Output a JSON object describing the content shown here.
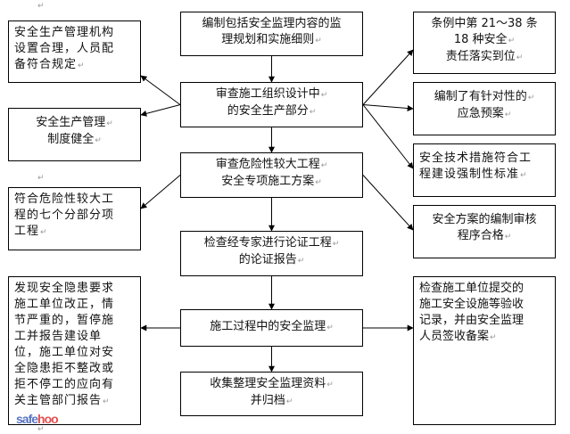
{
  "diagram": {
    "type": "flowchart",
    "center_steps": [
      {
        "id": "c1",
        "lines": [
          "编制包括安全监理内容的监",
          "理规划和实施细则"
        ]
      },
      {
        "id": "c2",
        "lines": [
          "审查施工组织设计中",
          "的安全生产部分"
        ]
      },
      {
        "id": "c3",
        "lines": [
          "审查危险性较大工程",
          "安全专项施工方案"
        ]
      },
      {
        "id": "c4",
        "lines": [
          "检查经专家进行论证工程",
          "的论证报告"
        ]
      },
      {
        "id": "c5",
        "lines": [
          "施工过程中的安全监理"
        ]
      },
      {
        "id": "c6",
        "lines": [
          "收集整理安全监理资料",
          "并归档"
        ]
      }
    ],
    "left_notes": [
      {
        "id": "l1",
        "lines": [
          "安全生产管理机构",
          "设置合理，人员配",
          "备符合规定"
        ]
      },
      {
        "id": "l2",
        "lines": [
          "安全生产管理",
          "制度健全"
        ]
      },
      {
        "id": "l3",
        "lines": [
          "符合危险性较大工",
          "程的七个分部分项",
          "工程"
        ]
      },
      {
        "id": "l4",
        "lines": [
          "发现安全隐患要求",
          "施工单位改正，情",
          "节严重的，暂停施",
          "工并报告建设单",
          "位，施工单位对安",
          "全隐患拒不整改或",
          "拒不停工的应向有",
          "关主管部门报告"
        ]
      }
    ],
    "right_notes": [
      {
        "id": "r1",
        "lines": [
          "条例中第 21～38 条",
          "18 种安全",
          "责任落实到位"
        ]
      },
      {
        "id": "r2",
        "lines": [
          "编制了有针对性的",
          "应急预案"
        ]
      },
      {
        "id": "r3",
        "lines": [
          "安全技术措施符合工",
          "程建设强制性标准"
        ]
      },
      {
        "id": "r4",
        "lines": [
          "安全方案的编制审核",
          "程序合格"
        ]
      },
      {
        "id": "r5",
        "lines": [
          "检查施工单位提交的",
          "施工安全设施等验收",
          "记录，并由安全监理",
          "人员签收备案"
        ]
      }
    ],
    "edges": [
      {
        "from": "c1",
        "to": "c2"
      },
      {
        "from": "c2",
        "to": "c3"
      },
      {
        "from": "c3",
        "to": "c4"
      },
      {
        "from": "c4",
        "to": "c5"
      },
      {
        "from": "c5",
        "to": "c6"
      },
      {
        "from": "c2",
        "to": "l1"
      },
      {
        "from": "c2",
        "to": "l2"
      },
      {
        "from": "c3",
        "to": "l3"
      },
      {
        "from": "c5",
        "to": "l4"
      },
      {
        "from": "c2",
        "to": "r1"
      },
      {
        "from": "c2",
        "to": "r2"
      },
      {
        "from": "c2",
        "to": "r3"
      },
      {
        "from": "c3",
        "to": "r4"
      },
      {
        "from": "c5",
        "to": "r5"
      }
    ],
    "paragraph_mark": "↵",
    "watermark": {
      "part_a": "safe",
      "part_b": "hoo"
    }
  }
}
